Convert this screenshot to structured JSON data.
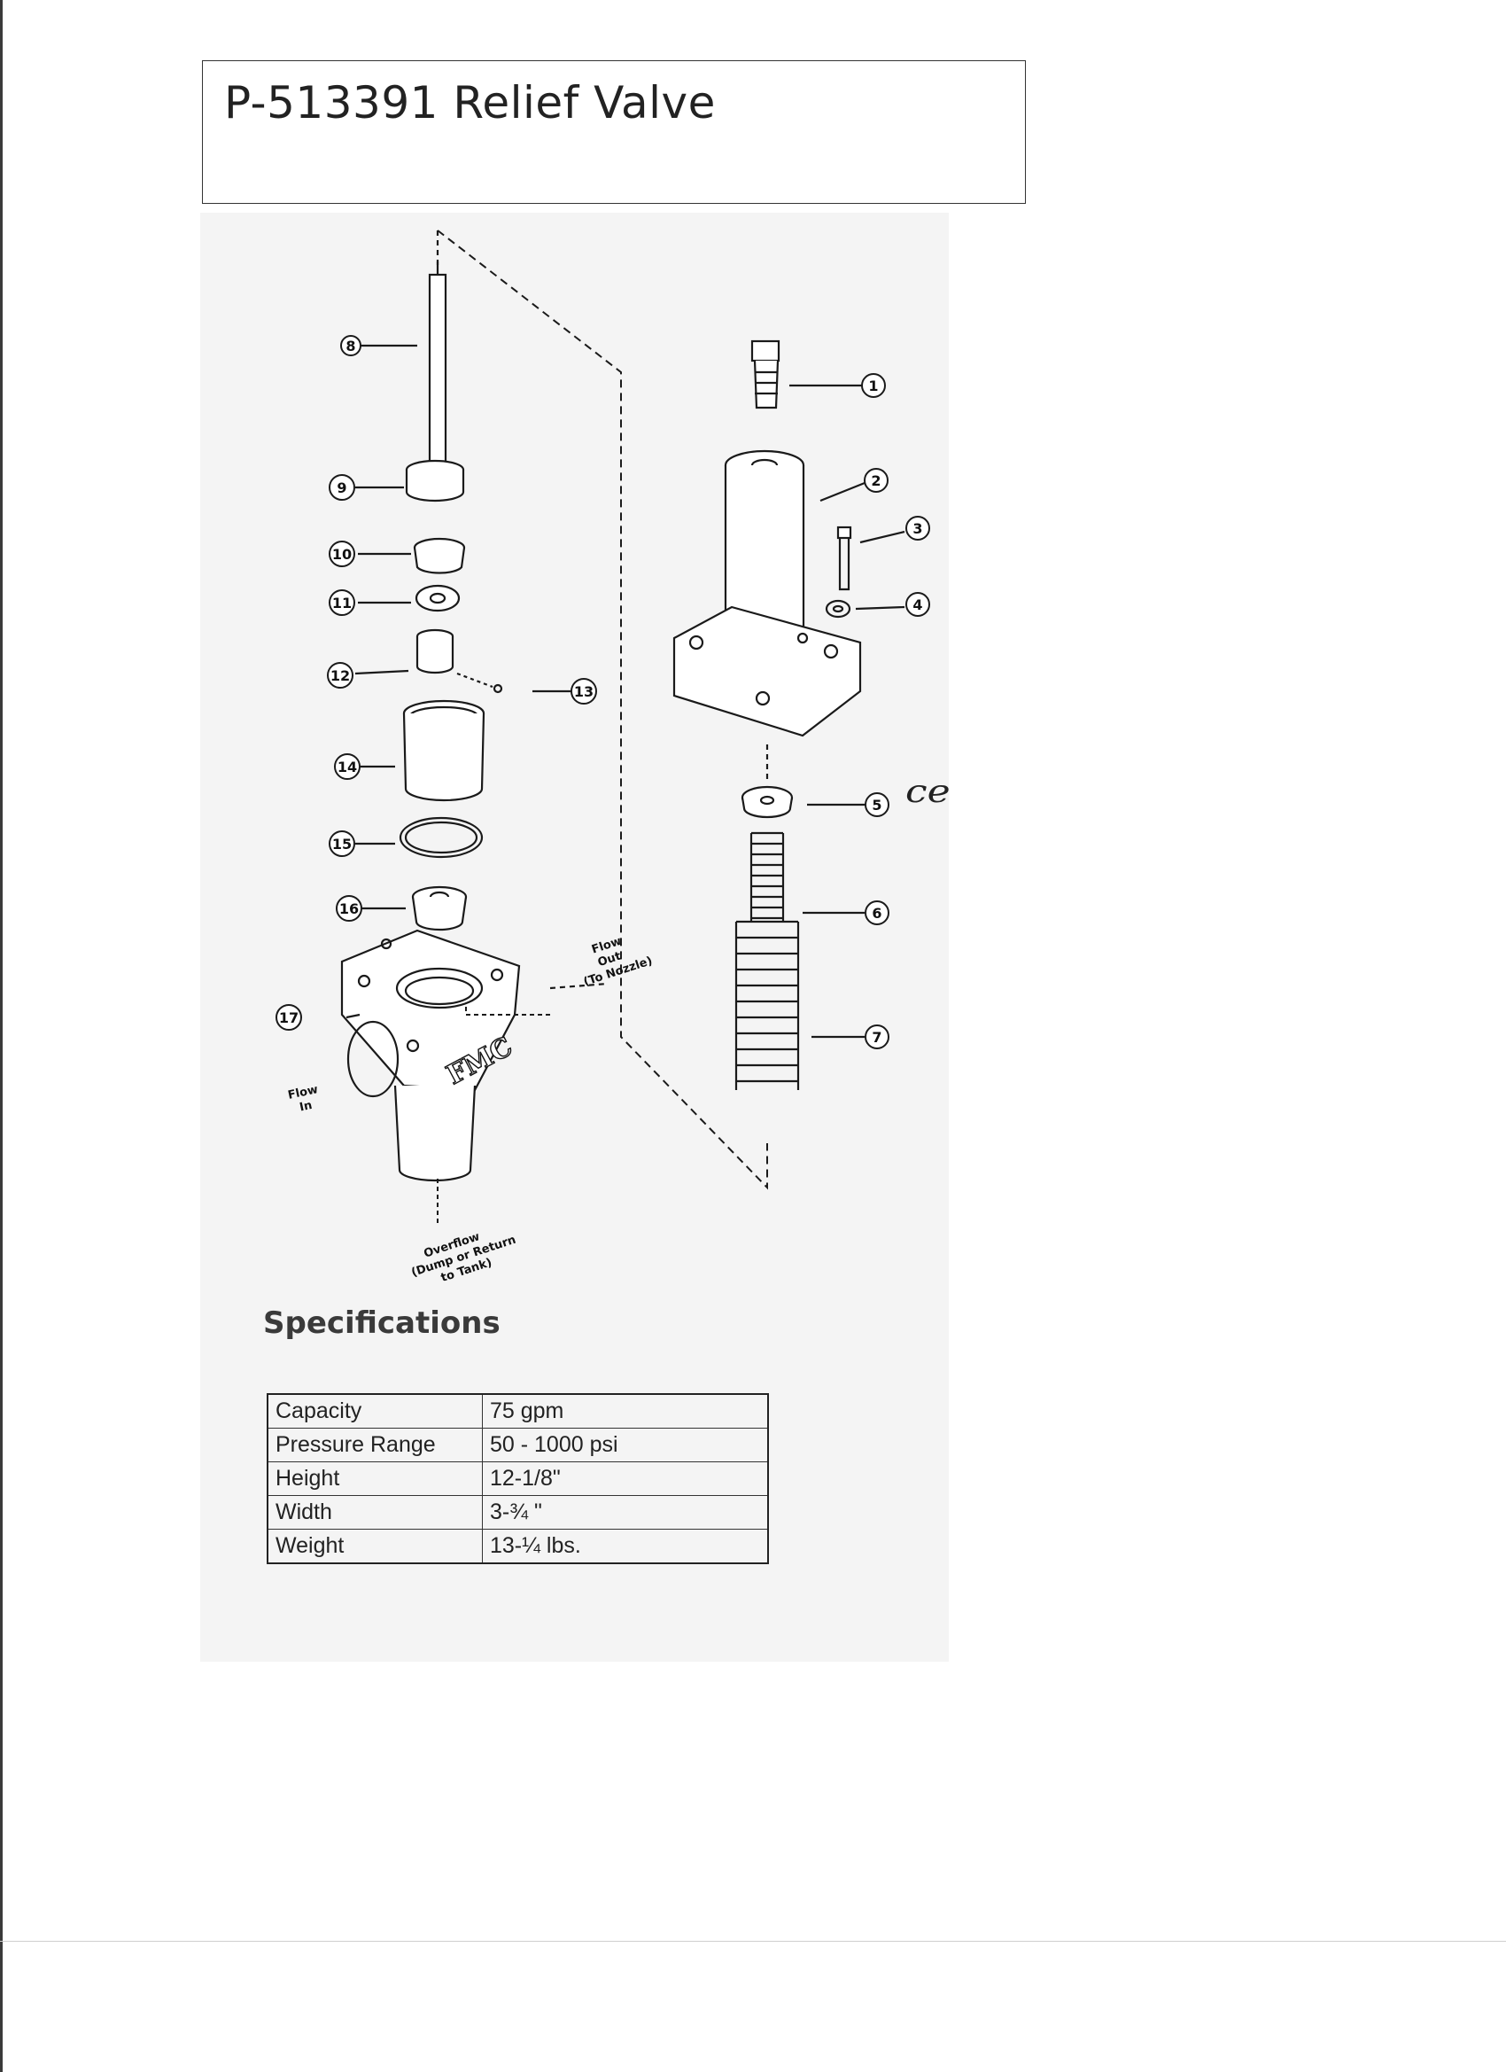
{
  "page": {
    "title": "P-513391 Relief Valve"
  },
  "diagram": {
    "callouts": [
      "1",
      "2",
      "3",
      "4",
      "5",
      "6",
      "7",
      "8",
      "9",
      "10",
      "11",
      "12",
      "13",
      "14",
      "15",
      "16",
      "17"
    ],
    "flow_out": [
      "Flow",
      "Out",
      "(To Nozzle)"
    ],
    "flow_in": [
      "Flow",
      "In"
    ],
    "overflow": [
      "Overflow",
      "(Dump or Return",
      "to Tank)"
    ],
    "logo": "FMC",
    "handwritten_note": "ce"
  },
  "specifications": {
    "heading": "Specifications",
    "rows": [
      {
        "label": "Capacity",
        "value": "75 gpm"
      },
      {
        "label": "Pressure Range",
        "value": "50 - 1000 psi"
      },
      {
        "label": "Height",
        "value": "12-1/8\""
      },
      {
        "label": "Width",
        "value": "3-¾ \""
      },
      {
        "label": "Weight",
        "value": "13-¼ lbs."
      }
    ]
  }
}
